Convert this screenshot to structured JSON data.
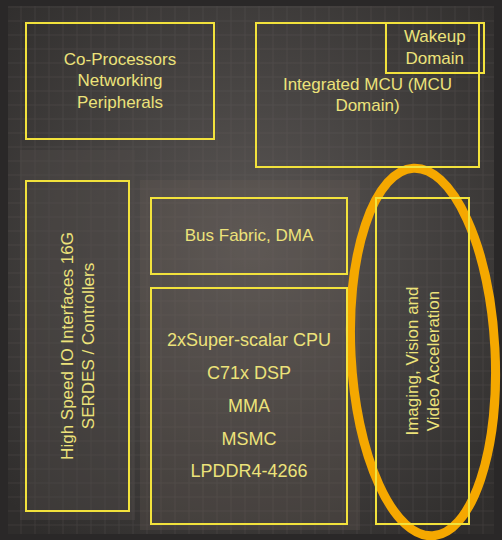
{
  "diagram": {
    "nodes": [
      {
        "text": [
          "Co-Processors Networking Peripherals"
        ]
      },
      {
        "text": [
          "Integrated MCU (MCU Domain)"
        ]
      },
      {
        "text": [
          "Wakeup Domain"
        ],
        "in": 1
      },
      {
        "text": [
          "High Speed IO Interfaces 16G SERDES / Controllers"
        ]
      },
      {
        "text": [
          "Bus Fabric, DMA"
        ]
      },
      {
        "text": [
          "2xSuper-scalar CPU",
          "C71x DSP",
          "MMA",
          "MSMC",
          "LPDDR4-4266"
        ]
      },
      {
        "text": [
          "Imaging, Vision and Video Acceleration"
        ]
      }
    ]
  }
}
